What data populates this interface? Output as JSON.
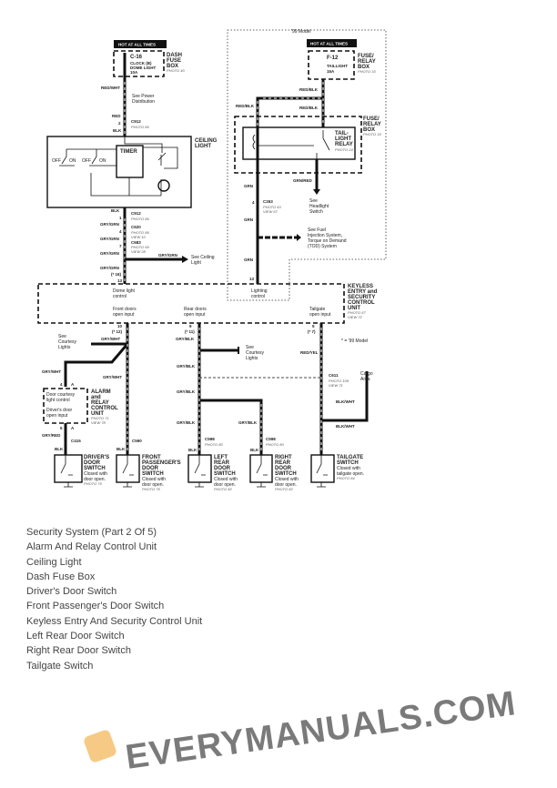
{
  "diagram": {
    "hot_at_all_times": "HOT AT ALL TIMES",
    "model_99": "'99 Model",
    "model_note": "* = '99 Model",
    "dash_fuse_box": [
      "DASH",
      "FUSE",
      "BOX"
    ],
    "photo_40": "PHOTO 40",
    "fuse_c16": "C-16",
    "fuse_c16_desc": [
      "CLOCK (B)",
      "DOME LIGHT",
      "10A"
    ],
    "red_wht": "RED/WHT",
    "see_power": [
      "See Power",
      "Distribution"
    ],
    "red": "RED",
    "blk": "BLK",
    "c912_top": "C912",
    "photo_86": "PHOTO 86",
    "pin_2": "2",
    "ceiling_light": [
      "CEILING",
      "LIGHT"
    ],
    "timer": "TIMER",
    "off": "OFF",
    "on": "ON",
    "c912_bot": "C912",
    "pin_1": "1",
    "gry_grn": "GRY/GRN",
    "c620": "C620",
    "view_10": "VIEW 10",
    "pin_4": "4",
    "c683": "C683",
    "photo_69": "PHOTO 69",
    "view_28": "VIEW 28",
    "pin_7": "7",
    "see_ceiling_light": [
      "See Ceiling",
      "Light"
    ],
    "pin_16_13": [
      "(* 16)",
      "13"
    ],
    "fuse_relay_box": [
      "FUSE/",
      "RELAY",
      "BOX"
    ],
    "photo_33": "PHOTO 33",
    "fuse_f12": "F-12",
    "fuse_f12_desc": [
      "TAILLIGHT",
      "15A"
    ],
    "red_blk": "RED/BLK",
    "taillight_relay": [
      "TAIL-",
      "LIGHT",
      "RELAY"
    ],
    "photo_24": "PHOTO 24",
    "grn_red": "GRN/RED",
    "see_headlight": [
      "See",
      "Headlight",
      "Switch"
    ],
    "grn": "GRN",
    "c263": "C263",
    "photo_63": "PHOTO 63",
    "view_67": "VIEW 67",
    "see_fuel": [
      "See Fuel",
      "Injection System,",
      "Torque on Demand",
      "(TOD) System"
    ],
    "pin_13": "13",
    "keyless_unit": [
      "KEYLESS",
      "ENTRY and",
      "SECURITY",
      "CONTROL",
      "UNIT"
    ],
    "photo_67": "PHOTO 67",
    "view_72": "VIEW 72",
    "dome_light_control": [
      "Dome light",
      "control"
    ],
    "lighting_control": [
      "Lighting",
      "control"
    ],
    "front_doors_input": [
      "Front doors",
      "open input"
    ],
    "rear_doors_input": [
      "Rear doors",
      "open input"
    ],
    "tailgate_input": [
      "Tailgate",
      "open input"
    ],
    "pin_10_12": [
      "10",
      "(* 12)"
    ],
    "pin_9_11": [
      "9",
      "(* 11)"
    ],
    "pin_5_7": [
      "5",
      "(* 7)"
    ],
    "gry_wht": "GRY/WHT",
    "gry_blk": "GRY/BLK",
    "red_yel": "RED/YEL",
    "blk_wht": "BLK/WHT",
    "gry_red": "GRY/RED",
    "see_courtesy": [
      "See",
      "Courtesy",
      "Lights"
    ],
    "cargo_area": [
      "Cargo",
      "Area"
    ],
    "c611": "C611",
    "photo_109": "PHOTO 109",
    "view_71": "VIEW 71",
    "alarm_unit": [
      "ALARM",
      "and",
      "RELAY",
      "CONTROL",
      "UNIT"
    ],
    "photo_71": "PHOTO 71",
    "view_78": "VIEW 78",
    "door_courtesy_control": [
      "Door courtesy",
      "light control"
    ],
    "drivers_door_input": [
      "Driver's door",
      "open input"
    ],
    "pin_4a": [
      "4",
      "A"
    ],
    "pin_5a": [
      "5",
      "A"
    ],
    "c415": "C415",
    "c590": "C590",
    "c598": "C598",
    "photo_80": "PHOTO 80",
    "photo_82": "PHOTO 82",
    "drivers_switch": [
      "DRIVER'S",
      "DOOR",
      "SWITCH"
    ],
    "front_pass_switch": [
      "FRONT",
      "PASSENGER'S",
      "DOOR",
      "SWITCH"
    ],
    "left_rear_switch": [
      "LEFT",
      "REAR",
      "DOOR",
      "SWITCH"
    ],
    "right_rear_switch": [
      "RIGHT",
      "REAR",
      "DOOR",
      "SWITCH"
    ],
    "tailgate_switch": [
      "TAILGATE",
      "SWITCH"
    ],
    "closed_door": [
      "Closed with",
      "door open."
    ],
    "closed_tailgate": [
      "Closed with",
      "tailgate open."
    ],
    "photo_75": "PHOTO 75",
    "photo_84": "PHOTO 84",
    "watermark": "EVERYMANUALS.COM",
    "watermark_color": "#8a8a8a",
    "logo_color": "#f0a020"
  },
  "index_list": [
    "Security System (Part 2 Of 5)",
    "Alarm And Relay Control Unit",
    "Ceiling Light",
    "Dash Fuse Box",
    "Driver's Door Switch",
    "Front Passenger's Door Switch",
    "Keyless Entry And Security Control Unit",
    "Left Rear Door Switch",
    "Right Rear Door Switch",
    "Tailgate Switch"
  ]
}
